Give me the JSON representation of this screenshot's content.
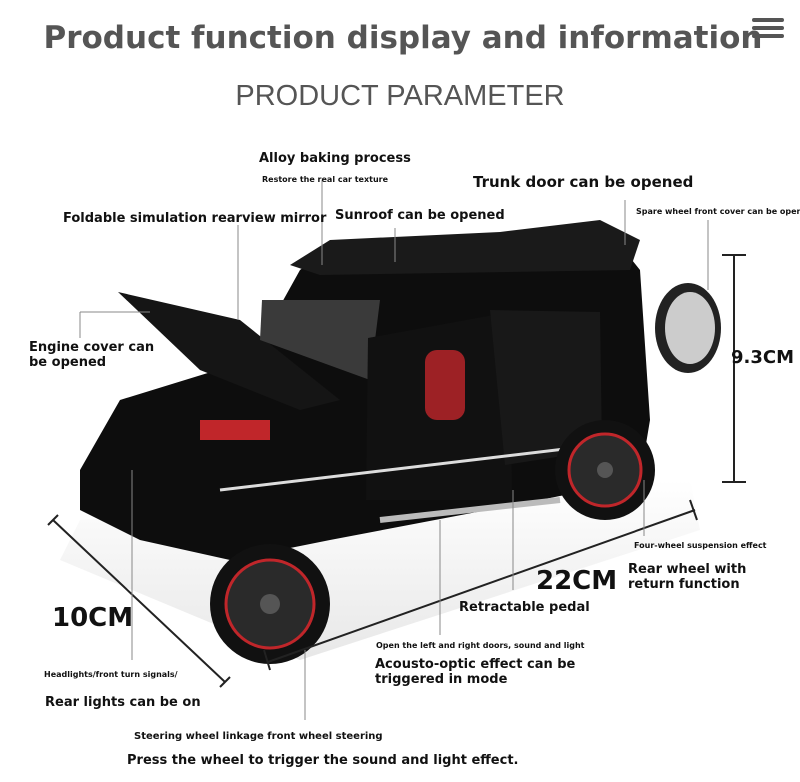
{
  "header": {
    "title": "Product function display and information",
    "subtitle": "PRODUCT PARAMETER",
    "menu_icon": "hamburger-menu-icon"
  },
  "labels": {
    "alloy": "Alloy baking process",
    "alloy_sub": "Restore the real car texture",
    "trunk": "Trunk door can be opened",
    "mirror": "Foldable simulation rearview mirror",
    "sunroof": "Sunroof can be opened",
    "spare": "Spare wheel front cover can be opened",
    "engine": "Engine cover can be opened",
    "suspension": "Four-wheel suspension effect",
    "rear_wheel": "Rear wheel with return function",
    "pedal": "Retractable pedal",
    "doors_sub": "Open the left and right doors, sound and light",
    "acousto": "Acousto-optic effect can be triggered in mode",
    "headlights": "Headlights/front turn signals/",
    "rear_lights": "Rear lights can be on",
    "steering": "Steering wheel linkage front wheel steering",
    "press": "Press the wheel to trigger the sound and light effect."
  },
  "dimensions": {
    "height": "9.3CM",
    "length": "22CM",
    "width": "10CM"
  },
  "colors": {
    "title": "#555555",
    "car": "#0d0d0d",
    "accent": "#c0262a"
  }
}
